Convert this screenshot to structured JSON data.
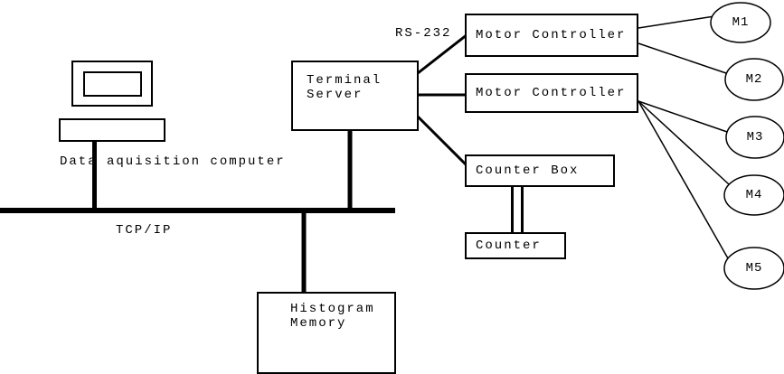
{
  "colors": {
    "ink": "#000000",
    "background": "#ffffff"
  },
  "labels": {
    "rs232": "RS-232",
    "tcpip": "TCP/IP",
    "data_acquisition_computer": "Data aquisition computer"
  },
  "nodes": {
    "terminal_server": "Terminal\nServer",
    "motor_controller_1": "Motor Controller",
    "motor_controller_2": "Motor Controller",
    "counter_box": "Counter Box",
    "counter": "Counter",
    "histogram_memory": "Histogram\nMemory"
  },
  "motors": [
    "M1",
    "M2",
    "M3",
    "M4",
    "M5"
  ]
}
